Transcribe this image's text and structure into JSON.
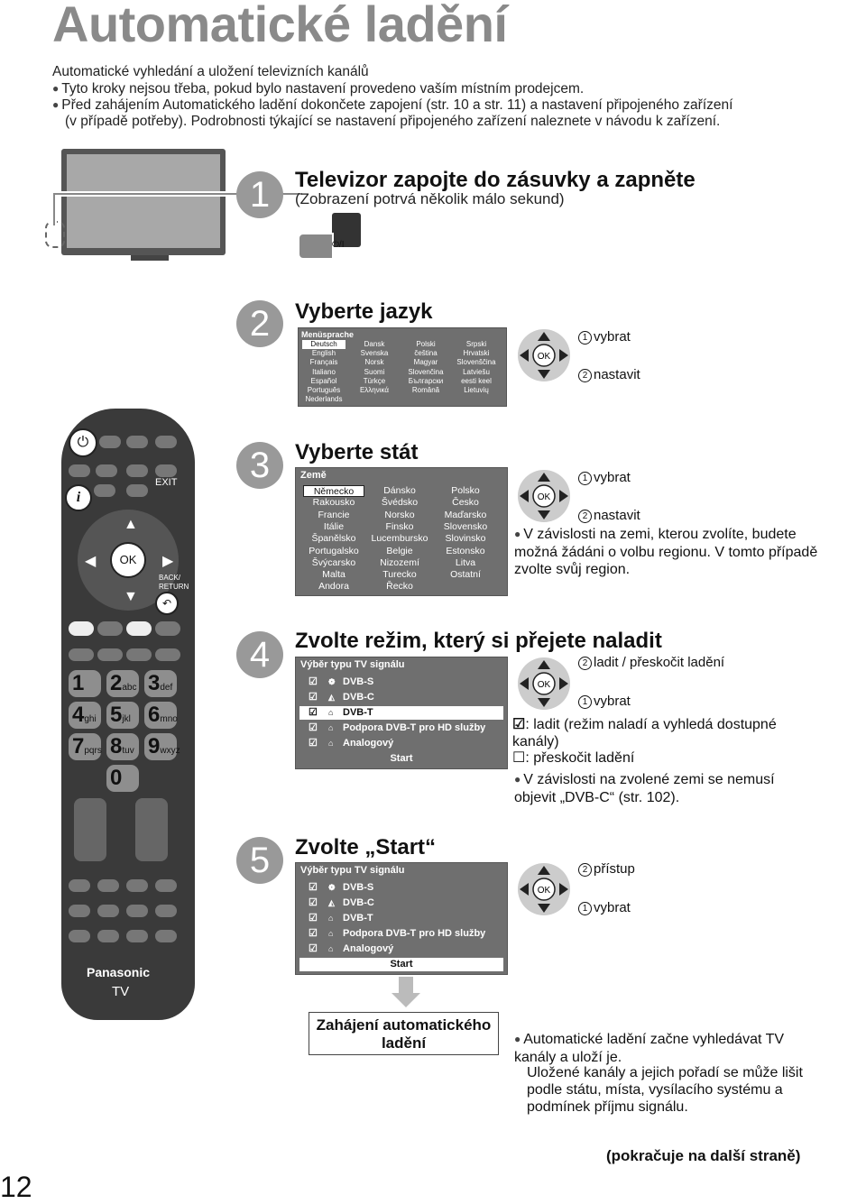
{
  "page_title": "Automatické ladění",
  "intro": {
    "line1": "Automatické vyhledání a uložení televizních kanálů",
    "bullet1": "Tyto kroky nejsou třeba, pokud bylo nastavení provedeno vaším místním prodejcem.",
    "bullet2a": "Před zahájením Automatického ladění dokončete zapojení (str. 10 a str. 11) a nastavení připojeného zařízení",
    "bullet2b": "(v případě potřeby). Podrobnosti týkající se nastavení připojeného zařízení naleznete v návodu k zařízení."
  },
  "step1": {
    "num": "1",
    "heading": "Televizor zapojte do zásuvky a zapněte",
    "sub": "(Zobrazení potrvá několik málo sekund)",
    "power_label": "⏻/I"
  },
  "step2": {
    "num": "2",
    "heading": "Vyberte jazyk",
    "menu_title": "Menüsprache",
    "languages": [
      [
        "Deutsch",
        "English",
        "Français",
        "Italiano",
        "Español",
        "Português",
        "Nederlands"
      ],
      [
        "Dansk",
        "Svenska",
        "Norsk",
        "Suomi",
        "Türkçe",
        "Ελληνικά"
      ],
      [
        "Polski",
        "čeština",
        "Magyar",
        "Slovenčina",
        "Български",
        "Română"
      ],
      [
        "Srpski",
        "Hrvatski",
        "Slovenščina",
        "Latviešu",
        "eesti keel",
        "Lietuvių"
      ]
    ],
    "nav_select": "vybrat",
    "nav_set": "nastavit",
    "num1": "1",
    "num2": "2"
  },
  "step3": {
    "num": "3",
    "heading": "Vyberte stát",
    "menu_title": "Země",
    "countries": [
      [
        "Německo",
        "Rakousko",
        "Francie",
        "Itálie",
        "Španělsko",
        "Portugalsko",
        "Švýcarsko",
        "Malta",
        "Andora"
      ],
      [
        "Dánsko",
        "Švédsko",
        "Norsko",
        "Finsko",
        "Lucembursko",
        "Belgie",
        "Nizozemí",
        "Turecko",
        "Řecko"
      ],
      [
        "Polsko",
        "Česko",
        "Maďarsko",
        "Slovensko",
        "Slovinsko",
        "Estonsko",
        "Litva",
        "Ostatní"
      ]
    ],
    "nav_select": "vybrat",
    "nav_set": "nastavit",
    "note": "V závislosti na zemi, kterou zvolíte, budete možná žádáni o volbu regionu. V tomto případě zvolte svůj region."
  },
  "step4": {
    "num": "4",
    "heading": "Zvolte režim, který si přejete naladit",
    "menu_title": "Výběr typu TV signálu",
    "rows": [
      "DVB-S",
      "DVB-C",
      "DVB-T",
      "Podpora DVB-T pro HD služby",
      "Analogový"
    ],
    "start": "Start",
    "nav_tune": "ladit / přeskočit ladění",
    "nav_select": "vybrat",
    "legend_tune": ": ladit (režim naladí a vyhledá dostupné kanály)",
    "legend_skip": ": přeskočit ladění",
    "note": "V závislosti na zvolené zemi se nemusí objevit „DVB-C“ (str. 102)."
  },
  "step5": {
    "num": "5",
    "heading": "Zvolte „Start“",
    "menu_title": "Výběr typu TV signálu",
    "rows": [
      "DVB-S",
      "DVB-C",
      "DVB-T",
      "Podpora DVB-T pro HD služby",
      "Analogový"
    ],
    "start": "Start",
    "nav_access": "přístup",
    "nav_select": "vybrat"
  },
  "result": {
    "box": "Zahájení automatického ladění",
    "note1": "Automatické ladění začne vyhledávat TV kanály a uloží je.",
    "note2": "Uložené kanály a jejich pořadí se může lišit podle státu, místa, vysílacího systému a podmínek příjmu signálu."
  },
  "remote": {
    "exit": "EXIT",
    "back": "BACK/ RETURN",
    "ok": "OK",
    "brand": "Panasonic",
    "tv": "TV",
    "keys": [
      [
        "1",
        ""
      ],
      [
        "2",
        "abc"
      ],
      [
        "3",
        "def"
      ],
      [
        "4",
        "ghi"
      ],
      [
        "5",
        "jkl"
      ],
      [
        "6",
        "mno"
      ],
      [
        "7",
        "pqrs"
      ],
      [
        "8",
        "tuv"
      ],
      [
        "9",
        "wxyz"
      ],
      [
        "0",
        ""
      ]
    ]
  },
  "continued": "(pokračuje na další straně)",
  "page_number": "12"
}
